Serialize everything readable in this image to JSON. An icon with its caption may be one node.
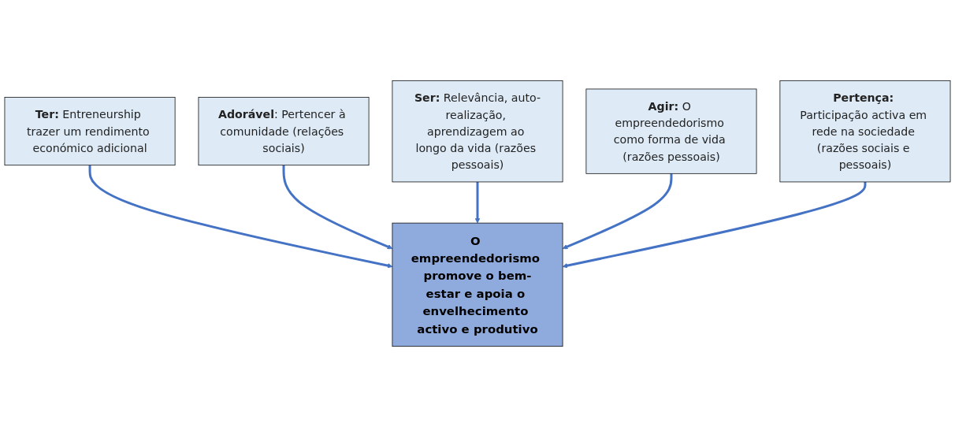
{
  "diagram": {
    "nodes": [
      {
        "text": [
          "**Ter:** Entreneurship trazer um rendimento económico adicional"
        ]
      },
      {
        "text": [
          "**Adorável**: Pertencer à comunidade (relações sociais)"
        ]
      },
      {
        "text": [
          "**Ser:** Relevância, auto-realização, aprendizagem ao longo da vida (razões pessoais)"
        ]
      },
      {
        "text": [
          "**Agir:** O empreendedorismo como forma de vida (razões pessoais)"
        ]
      },
      {
        "text": [
          "**Pertença:** Participação activa em rede na sociedade (razões sociais e pessoais)"
        ]
      },
      {
        "text": [
          "O empreendedorismo promove o bem-estar e apoia o envelhecimento activo e produtivo"
        ]
      }
    ],
    "edges": [
      {
        "from": 0,
        "to": 5,
        "arrow": "to"
      },
      {
        "from": 1,
        "to": 5,
        "arrow": "to"
      },
      {
        "from": 2,
        "to": 5,
        "arrow": "to"
      },
      {
        "from": 3,
        "to": 5,
        "arrow": "to"
      },
      {
        "from": 4,
        "to": 5,
        "arrow": "to"
      }
    ]
  }
}
